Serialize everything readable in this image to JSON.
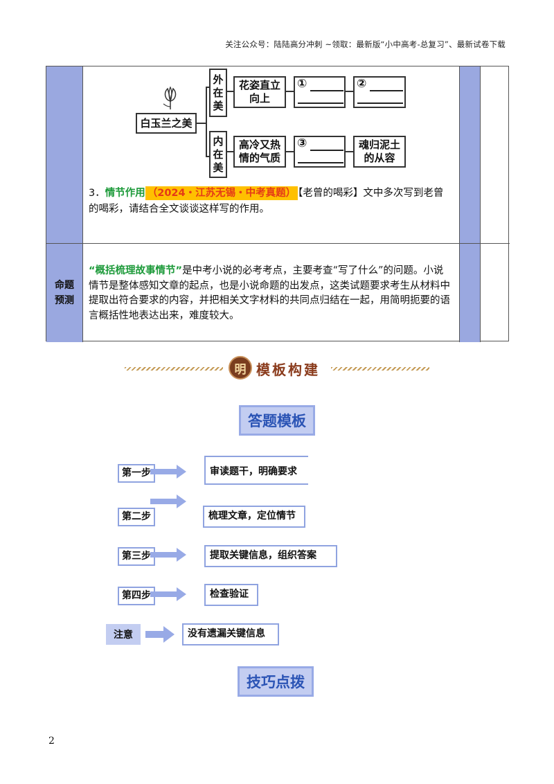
{
  "header_note": "关注公众号：陆陆高分冲刺  ~领取：最新版“小中高考-总复习”、最新试卷下载",
  "diagram": {
    "center": "白玉兰之美",
    "outer_label": [
      "外",
      "在",
      "美"
    ],
    "inner_label": [
      "内",
      "在",
      "美"
    ],
    "outer_feature": [
      "花姿直立",
      "向上"
    ],
    "inner_feature": [
      "高冷又热",
      "情的气质"
    ],
    "blank1": "①",
    "blank2": "②",
    "blank3": "③",
    "inner_result": [
      "魂归泥土",
      "的从容"
    ],
    "flower_icon": "magnolia-flower-icon"
  },
  "q3": {
    "number": "3．",
    "label": "情节作用",
    "source": "（2024・江苏无锡・中考真题）",
    "text": "【老曾的喝彩】文中多次写到老曾的喝彩，请结合全文谈谈这样写的作用。"
  },
  "prediction": {
    "label_line1": "命题",
    "label_line2": "预测",
    "highlight": "“概括梳理故事情节”",
    "text": "是中考小说的必考考点，主要考查“写了什么”的问题。小说情节是整体感知文章的起点，也是小说命题的出发点，这类试题要求考生从材料中提取出符合要求的内容，并把相关文字材料的共同点归结在一起，用简明扼要的语言概括性地表达出来，难度较大。"
  },
  "banner": {
    "seal": "明",
    "title": "模板构建"
  },
  "template_title": "答题模板",
  "steps": [
    {
      "label": "第一步",
      "content": "审读题干，明确要求"
    },
    {
      "label": "第二步",
      "content": "梳理文章，定位情节"
    },
    {
      "label": "第三步",
      "content": "提取关键信息，组织答案"
    },
    {
      "label": "第四步",
      "content": "检查验证"
    }
  ],
  "note": {
    "label": "注意",
    "content": "没有遗漏关键信息"
  },
  "tips_title": "技巧点拨",
  "page_number": "2",
  "colors": {
    "table_blue": "#9aa8e0",
    "title_blue": "#2b54b5",
    "green": "#1d9a3a",
    "highlight": "#ffc000",
    "source_red": "#e53a17",
    "banner_brown": "#8a3b1c"
  }
}
